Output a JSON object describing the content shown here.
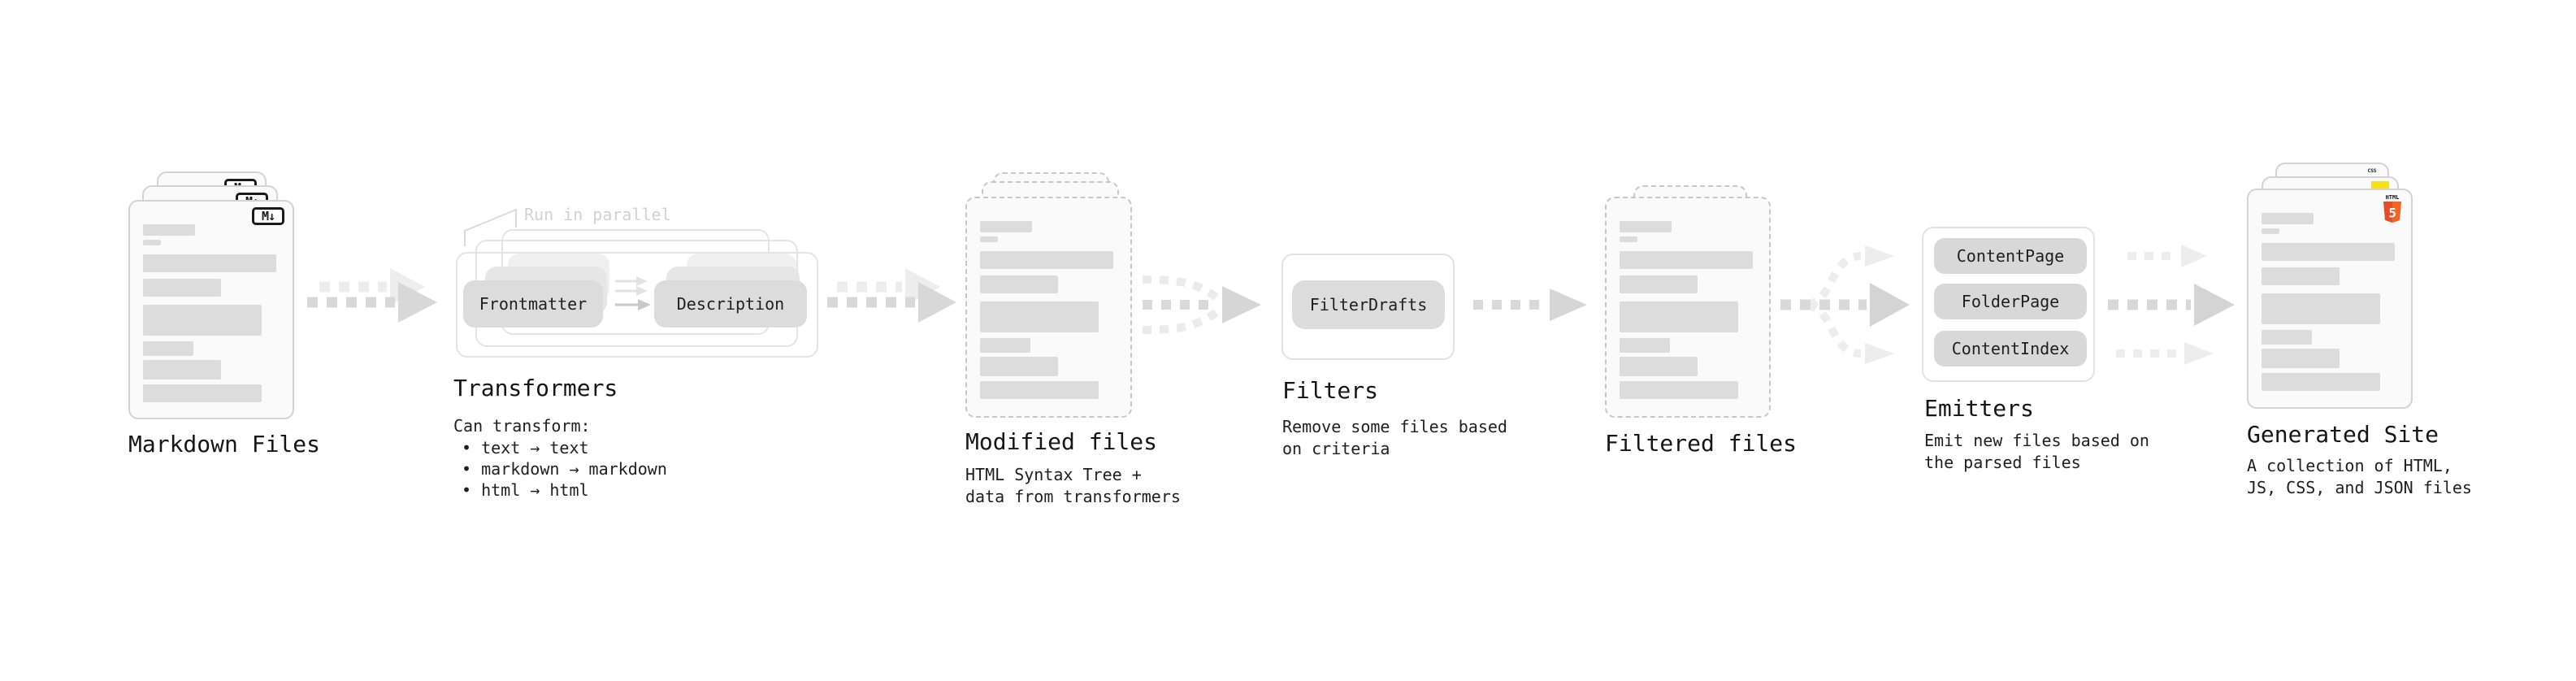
{
  "stages": {
    "markdown": {
      "label": "Markdown Files",
      "file_badge": "M↓"
    },
    "transformers": {
      "label": "Transformers",
      "annotation": "Run in parallel",
      "input_pill": "Frontmatter",
      "output_pill": "Description",
      "note_title": "Can transform:",
      "bullets": [
        "• text → text",
        "• markdown → markdown",
        "• html → html"
      ]
    },
    "modified": {
      "label": "Modified files",
      "desc": "HTML Syntax Tree +\ndata from transformers"
    },
    "filters": {
      "label": "Filters",
      "pill": "FilterDrafts",
      "desc": "Remove some files based\non criteria"
    },
    "filtered": {
      "label": "Filtered files"
    },
    "emitters": {
      "label": "Emitters",
      "pills": [
        "ContentPage",
        "FolderPage",
        "ContentIndex"
      ],
      "desc": "Emit new files based on\nthe parsed files"
    },
    "generated": {
      "label": "Generated Site",
      "desc": "A collection of HTML,\nJS, CSS, and JSON files",
      "css_badge": "CSS",
      "html_badge_text": "HTML",
      "html_badge_number": "5"
    }
  },
  "colors": {
    "accent_css_blue": "#2965f1",
    "accent_js_yellow": "#f7df1e",
    "accent_html_orange": "#e44d26",
    "accent_html_orange_light": "#f16529"
  }
}
